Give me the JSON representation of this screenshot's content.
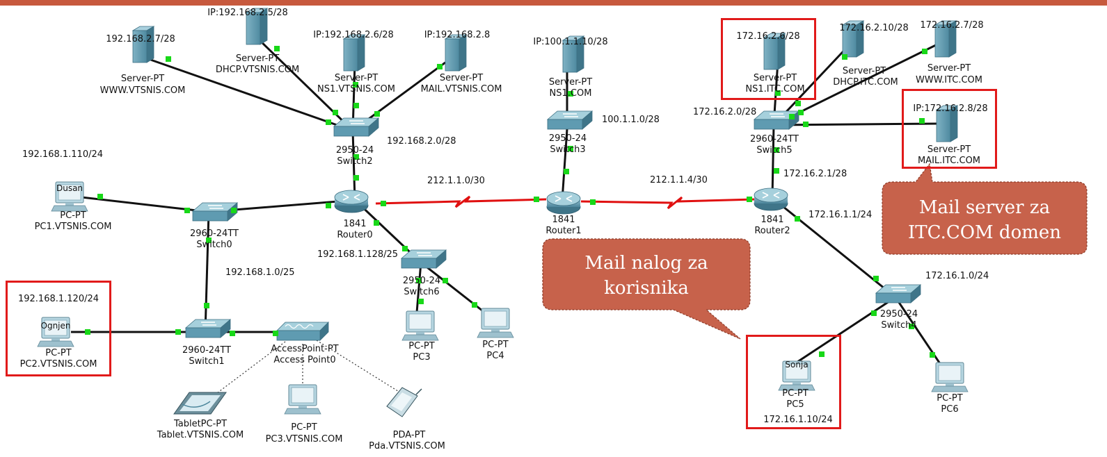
{
  "colors": {
    "accent_bar": "#c7593d",
    "highlight": "#e11a1a",
    "callout": "#c7624b",
    "link_red": "#e01010",
    "port": "#18d818"
  },
  "devices": {
    "srv_www_vts": {
      "model": "Server-PT",
      "name": "WWW.VTSNIS.COM",
      "ip": "192.168.2.7/28",
      "icon": "server-icon"
    },
    "srv_dhcp_vts": {
      "model": "Server-PT",
      "name": "DHCP.VTSNIS.COM",
      "ip": "IP:192.168.2.5/28",
      "icon": "server-icon"
    },
    "srv_ns1_vts": {
      "model": "Server-PT",
      "name": "NS1.VTSNIS.COM",
      "ip": "IP:192.168.2.6/28",
      "icon": "server-icon"
    },
    "srv_mail_vts": {
      "model": "Server-PT",
      "name": "MAIL.VTSNIS.COM",
      "ip": "IP:192.168.2.8",
      "icon": "server-icon"
    },
    "srv_ns1_com": {
      "model": "Server-PT",
      "name": "NS1.COM",
      "ip": "IP:100.1.1.10/28",
      "icon": "server-icon"
    },
    "srv_ns1_itc": {
      "model": "Server-PT",
      "name": "NS1.ITC.COM",
      "ip": "172.16.2.6/28",
      "icon": "server-icon"
    },
    "srv_dhcp_itc": {
      "model": "Server-PT",
      "name": "DHCP.ITC.COM",
      "ip": "172.16.2.10/28",
      "icon": "server-icon"
    },
    "srv_www_itc": {
      "model": "Server-PT",
      "name": "WWW.ITC.COM",
      "ip": "172.16.2.7/28",
      "icon": "server-icon"
    },
    "srv_mail_itc": {
      "model": "Server-PT",
      "name": "MAIL.ITC.COM",
      "ip": "IP:172.16.2.8/28",
      "icon": "server-icon"
    },
    "switch2": {
      "model": "2950-24",
      "name": "Switch2",
      "icon": "switch-icon"
    },
    "switch3": {
      "model": "2950-24",
      "name": "Switch3",
      "icon": "switch-icon"
    },
    "switch5": {
      "model": "2960-24TT",
      "name": "Switch5",
      "icon": "switch-icon"
    },
    "switch0": {
      "model": "2960-24TT",
      "name": "Switch0",
      "icon": "switch-icon"
    },
    "switch1": {
      "model": "2960-24TT",
      "name": "Switch1",
      "icon": "switch-icon"
    },
    "switch6": {
      "model": "2950-24",
      "name": "Switch6",
      "icon": "switch-icon"
    },
    "switch4": {
      "model": "2950-24",
      "name": "Switch4",
      "icon": "switch-icon"
    },
    "router0": {
      "model": "1841",
      "name": "Router0",
      "icon": "router-icon"
    },
    "router1": {
      "model": "1841",
      "name": "Router1",
      "icon": "router-icon"
    },
    "router2": {
      "model": "1841",
      "name": "Router2",
      "icon": "router-icon"
    },
    "pc1": {
      "model": "PC-PT",
      "name": "PC1.VTSNIS.COM",
      "screen": "Dusan",
      "ip": "192.168.1.110/24",
      "icon": "pc-icon"
    },
    "pc2": {
      "model": "PC-PT",
      "name": "PC2.VTSNIS.COM",
      "screen": "Ognjen",
      "ip": "192.168.1.120/24",
      "icon": "pc-icon"
    },
    "pc3": {
      "model": "PC-PT",
      "name": "PC3",
      "icon": "pc-icon"
    },
    "pc4": {
      "model": "PC-PT",
      "name": "PC4",
      "icon": "pc-icon"
    },
    "pc3vts": {
      "model": "PC-PT",
      "name": "PC3.VTSNIS.COM",
      "icon": "pc-icon"
    },
    "pc5": {
      "model": "PC-PT",
      "name": "PC5",
      "screen": "Sonja",
      "ip": "172.16.1.10/24",
      "icon": "pc-icon"
    },
    "pc6": {
      "model": "PC-PT",
      "name": "PC6",
      "icon": "pc-icon"
    },
    "ap": {
      "model": "AccessPoint-PT",
      "name": "Access Point0",
      "icon": "access-point-icon"
    },
    "tablet": {
      "model": "TabletPC-PT",
      "name": "Tablet.VTSNIS.COM",
      "icon": "tablet-icon"
    },
    "pda": {
      "model": "PDA-PT",
      "name": "Pda.VTSNIS.COM",
      "icon": "pda-icon"
    }
  },
  "networks": {
    "n_192_168_2_0": "192.168.2.0/28",
    "n_100_1_1_0": "100.1.1.0/28",
    "n_172_16_2_0": "172.16.2.0/28",
    "n_212_1_1_0": "212.1.1.0/30",
    "n_212_1_1_4": "212.1.1.4/30",
    "n_172_16_2_1": "172.16.2.1/28",
    "n_172_16_1_1": "172.16.1.1/24",
    "n_192_168_1_128": "192.168.1.128/25",
    "n_192_168_1_0": "192.168.1.0/25",
    "n_172_16_1_0": "172.16.1.0/24"
  },
  "callouts": {
    "mail_server": {
      "line1": "Mail server za",
      "line2": "ITC.COM domen"
    },
    "mail_account": {
      "line1": "Mail nalog za",
      "line2": "korisnika"
    }
  }
}
